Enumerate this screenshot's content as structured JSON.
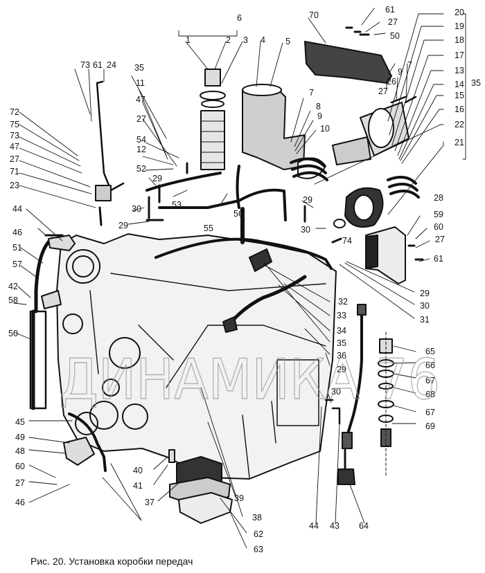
{
  "caption": "Рис. 20. Установка коробки передач",
  "watermark_text": "ДИНАМИКА 76",
  "callouts": [
    "6",
    "1",
    "2",
    "3",
    "4",
    "5",
    "70",
    "61",
    "27",
    "50",
    "20",
    "19",
    "18",
    "17",
    "13",
    "14",
    "15",
    "16",
    "22",
    "21",
    "35",
    "9",
    "7",
    "26",
    "27",
    "73",
    "61",
    "24",
    "35",
    "11",
    "47",
    "27",
    "54",
    "12",
    "52",
    "29",
    "53",
    "56",
    "7",
    "8",
    "9",
    "10",
    "72",
    "75",
    "73",
    "47",
    "27",
    "71",
    "23",
    "44",
    "30",
    "29",
    "55",
    "46",
    "51",
    "57",
    "42",
    "58",
    "50",
    "29",
    "28",
    "59",
    "60",
    "27",
    "61",
    "74",
    "30",
    "29",
    "30",
    "31",
    "32",
    "33",
    "34",
    "35",
    "36",
    "29",
    "30",
    "65",
    "66",
    "67",
    "68",
    "67",
    "69",
    "45",
    "49",
    "48",
    "60",
    "27",
    "46",
    "40",
    "41",
    "37",
    "39",
    "38",
    "62",
    "63",
    "44",
    "43",
    "64"
  ]
}
